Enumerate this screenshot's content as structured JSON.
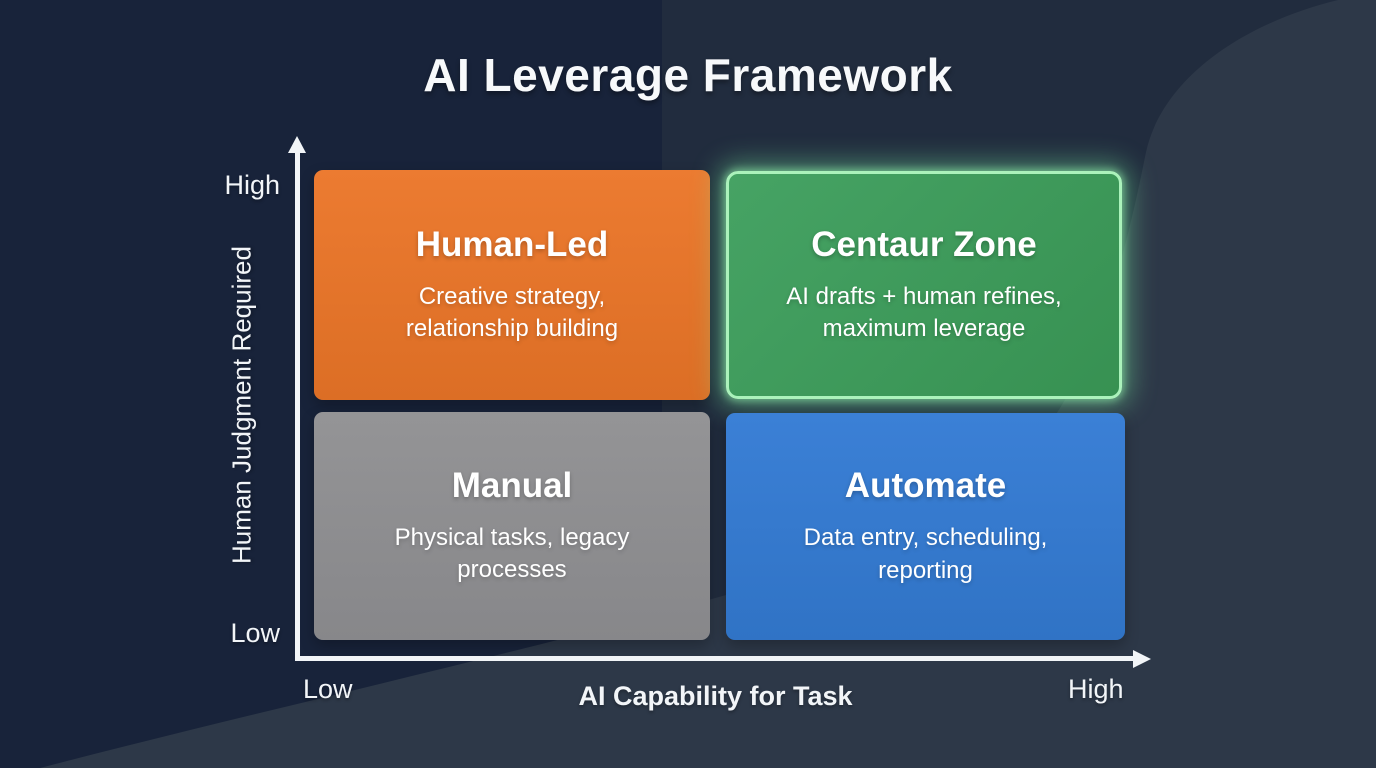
{
  "title": "AI Leverage Framework",
  "axes": {
    "y": {
      "label": "Human Judgment Required",
      "top_tick": "High",
      "bottom_tick": "Low"
    },
    "x": {
      "label": "AI Capability for Task",
      "left_tick": "Low",
      "right_tick": "High"
    }
  },
  "quadrants": {
    "human_led": {
      "title": "Human-Led",
      "description": "Creative strategy, relationship building",
      "color": "#E2742C",
      "position": "top-left"
    },
    "centaur_zone": {
      "title": "Centaur Zone",
      "description": "AI drafts + human refines, maximum leverage",
      "color": "#3C9C5E",
      "glow_color": "#ABF2BB",
      "highlighted": "true",
      "position": "top-right"
    },
    "manual": {
      "title": "Manual",
      "description": "Physical tasks, legacy processes",
      "color": "#8D8D8F",
      "position": "bottom-left"
    },
    "automate": {
      "title": "Automate",
      "description": "Data entry, scheduling, reporting",
      "color": "#3578CE",
      "position": "bottom-right"
    }
  },
  "background": {
    "base_color": "#18233A",
    "panel_color": "#212C3E",
    "blob_color": "#2D3848"
  }
}
